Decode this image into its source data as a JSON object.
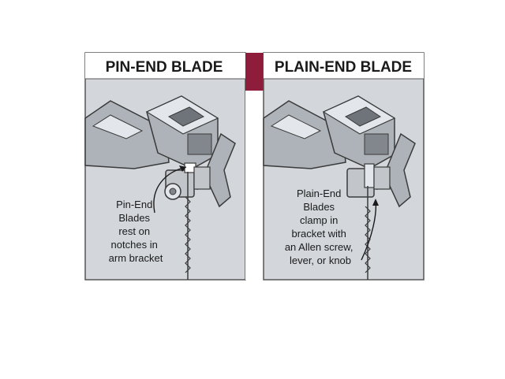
{
  "panels": [
    {
      "title": "PIN-END BLADE",
      "caption": [
        "Pin-End",
        "Blades",
        "rest on",
        "notches in",
        "arm bracket"
      ]
    },
    {
      "title": "PLAIN-END BLADE",
      "caption": [
        "Plain-End",
        "Blades",
        "clamp in",
        "bracket with",
        "an Allen screw,",
        "lever, or knob"
      ]
    }
  ],
  "colors": {
    "panel_bg": "#d3d7dc",
    "metal": "#aeb3b9",
    "metal_light": "#e3e6ea",
    "metal_dark": "#82878d",
    "outline": "#3a3a3a",
    "accent": "#8e1d3c"
  }
}
